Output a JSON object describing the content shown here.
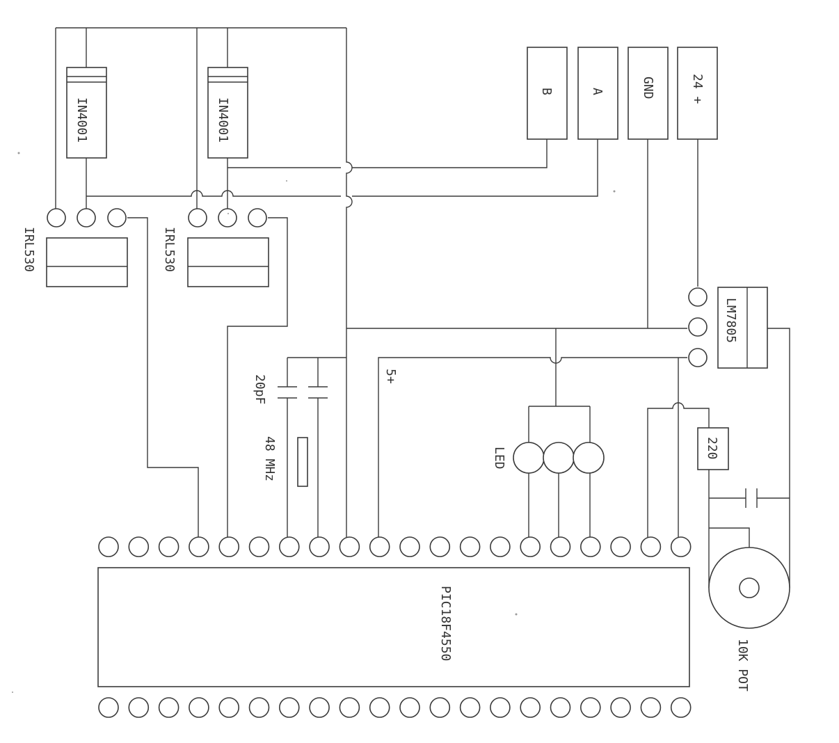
{
  "labels": {
    "diode_1": "IN4001",
    "diode_2": "IN4001",
    "mosfet_1": "IRL530",
    "mosfet_2": "IRL530",
    "terminal_b": "B",
    "terminal_a": "A",
    "terminal_gnd": "GND",
    "terminal_24v": "24 +",
    "regulator": "LM7805",
    "cap_value": "20pF",
    "crystal": "48 MHz",
    "supply": "5+",
    "led": "LED",
    "resistor": "220",
    "pot": "10K POT",
    "mcu": "PIC18F4550"
  },
  "colors": {
    "ink": "#3a3a3a",
    "paper": "#ffffff"
  }
}
